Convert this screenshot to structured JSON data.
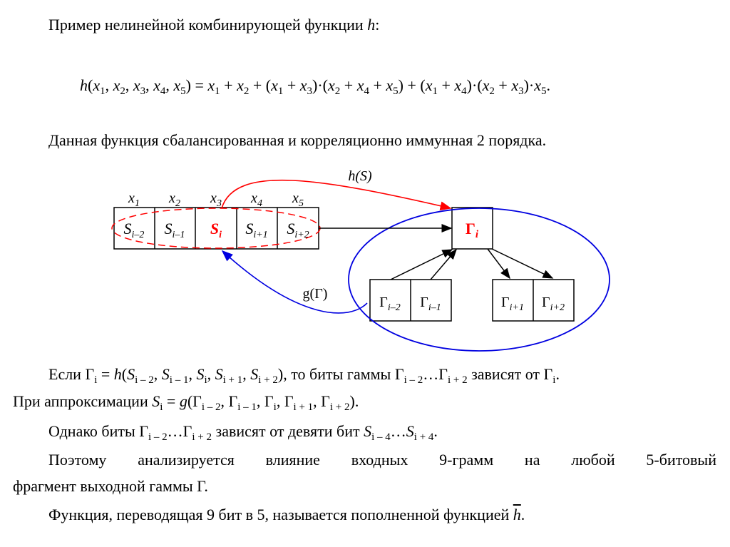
{
  "lines": {
    "l1": "Пример нелинейной комбинирующей функции /h/:",
    "l2": "/h/(/x/_{1}, /x/_{2}, /x/_{3}, /x/_{4}, /x/_{5}) = /x/_{1} + /x/_{2} + (/x/_{1} + /x/_{3})·(/x/_{2} + /x/_{4} + /x/_{5}) + (/x/_{1} + /x/_{4})·(/x/_{2} + /x/_{3})·/x/_{5}.",
    "l3": "Данная функция сбалансированная и корреляционно иммунная 2 порядка.",
    "l4": "Если Γ_{i} = /h/(/S/_{i – 2}, /S/_{i – 1}, /S/_{i}, /S/_{i + 1}, /S/_{i + 2}), то биты гаммы Γ_{i – 2}…Γ_{i + 2} зависят от Γ_{i}.",
    "l5": "При аппроксимации /S/_{i} = /g/(Γ_{i – 2}, Γ_{i – 1}, Γ_{i}, Γ_{i + 1}, Γ_{i + 2}).",
    "l6": "Однако биты Γ_{i – 2}…Γ_{i + 2} зависят от девяти бит /S/_{i – 4}…/S/_{i + 4}.",
    "l7": "Поэтому анализируется влияние входных 9-грамм на любой 5-битовый",
    "l8": "фрагмент выходной гаммы Г.",
    "l9": "Функция, переводящая 9 бит в 5, называется пополненной функцией  ^{h}."
  },
  "diagram": {
    "input_labels": [
      "x",
      "x",
      "x",
      "x",
      "x"
    ],
    "input_label_subs": [
      "1",
      "2",
      "3",
      "4",
      "5"
    ],
    "s_cells": [
      "S",
      "S",
      "S",
      "S",
      "S"
    ],
    "s_subs": [
      "i–2",
      "i–1",
      "i",
      "i+1",
      "i+2"
    ],
    "gamma_center": "Γ",
    "gamma_center_sub": "i",
    "gamma_left": [
      "Γ",
      "Γ"
    ],
    "gamma_left_subs": [
      "i–2",
      "i–1"
    ],
    "gamma_right": [
      "Γ",
      "Γ"
    ],
    "gamma_right_subs": [
      "i+1",
      "i+2"
    ],
    "h_label": "h(S)",
    "g_label": "g(Γ)",
    "colors": {
      "red": "#ff0000",
      "blue": "#0000e0",
      "black": "#000000"
    }
  }
}
